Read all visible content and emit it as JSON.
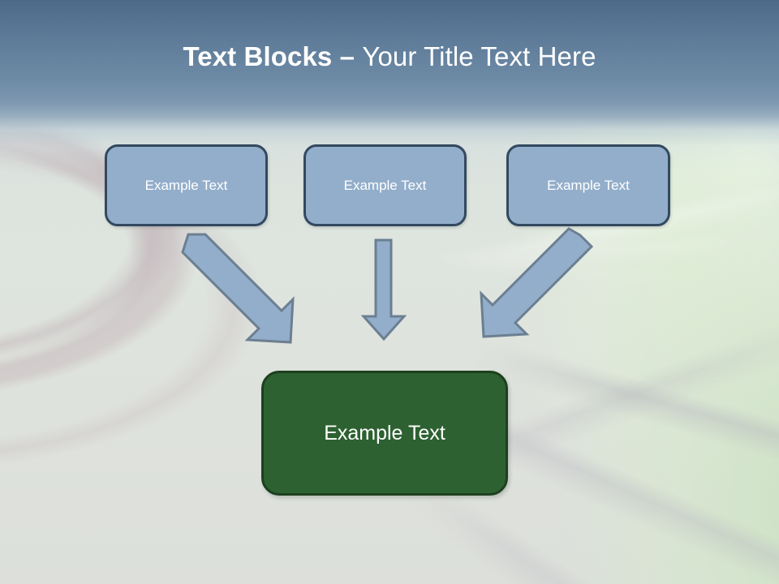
{
  "slide": {
    "title": {
      "strong": "Text Blocks ",
      "separator": "– ",
      "light": "Your Title Text Here",
      "full": "Text Blocks – Your Title Text Here"
    },
    "theme": {
      "header_top_color": "#4e6a89",
      "header_bottom_color": "#97adbf",
      "title_color": "#ffffff",
      "box_fill": "#93aecb",
      "box_border": "#33495f",
      "box_text_color": "#ffffff",
      "result_fill": "#2d6131",
      "result_border": "#1d401f",
      "result_text_color": "#ffffff",
      "arrow_fill": "#93aecb",
      "arrow_border": "#6c7f92",
      "background_base": "#dfe4e2",
      "background_green": "#cde3c4",
      "background_mauve": "#c0b0b6"
    },
    "top_boxes": [
      {
        "id": "node-1",
        "label": "Example Text"
      },
      {
        "id": "node-2",
        "label": "Example Text"
      },
      {
        "id": "node-3",
        "label": "Example Text"
      }
    ],
    "result_box": {
      "id": "node-result",
      "label": "Example Text"
    },
    "arrows": [
      {
        "id": "arrow-left",
        "direction": "down-right",
        "from": "node-1",
        "to": "node-result"
      },
      {
        "id": "arrow-middle",
        "direction": "down",
        "from": "node-2",
        "to": "node-result"
      },
      {
        "id": "arrow-right",
        "direction": "down-left",
        "from": "node-3",
        "to": "node-result"
      }
    ]
  }
}
